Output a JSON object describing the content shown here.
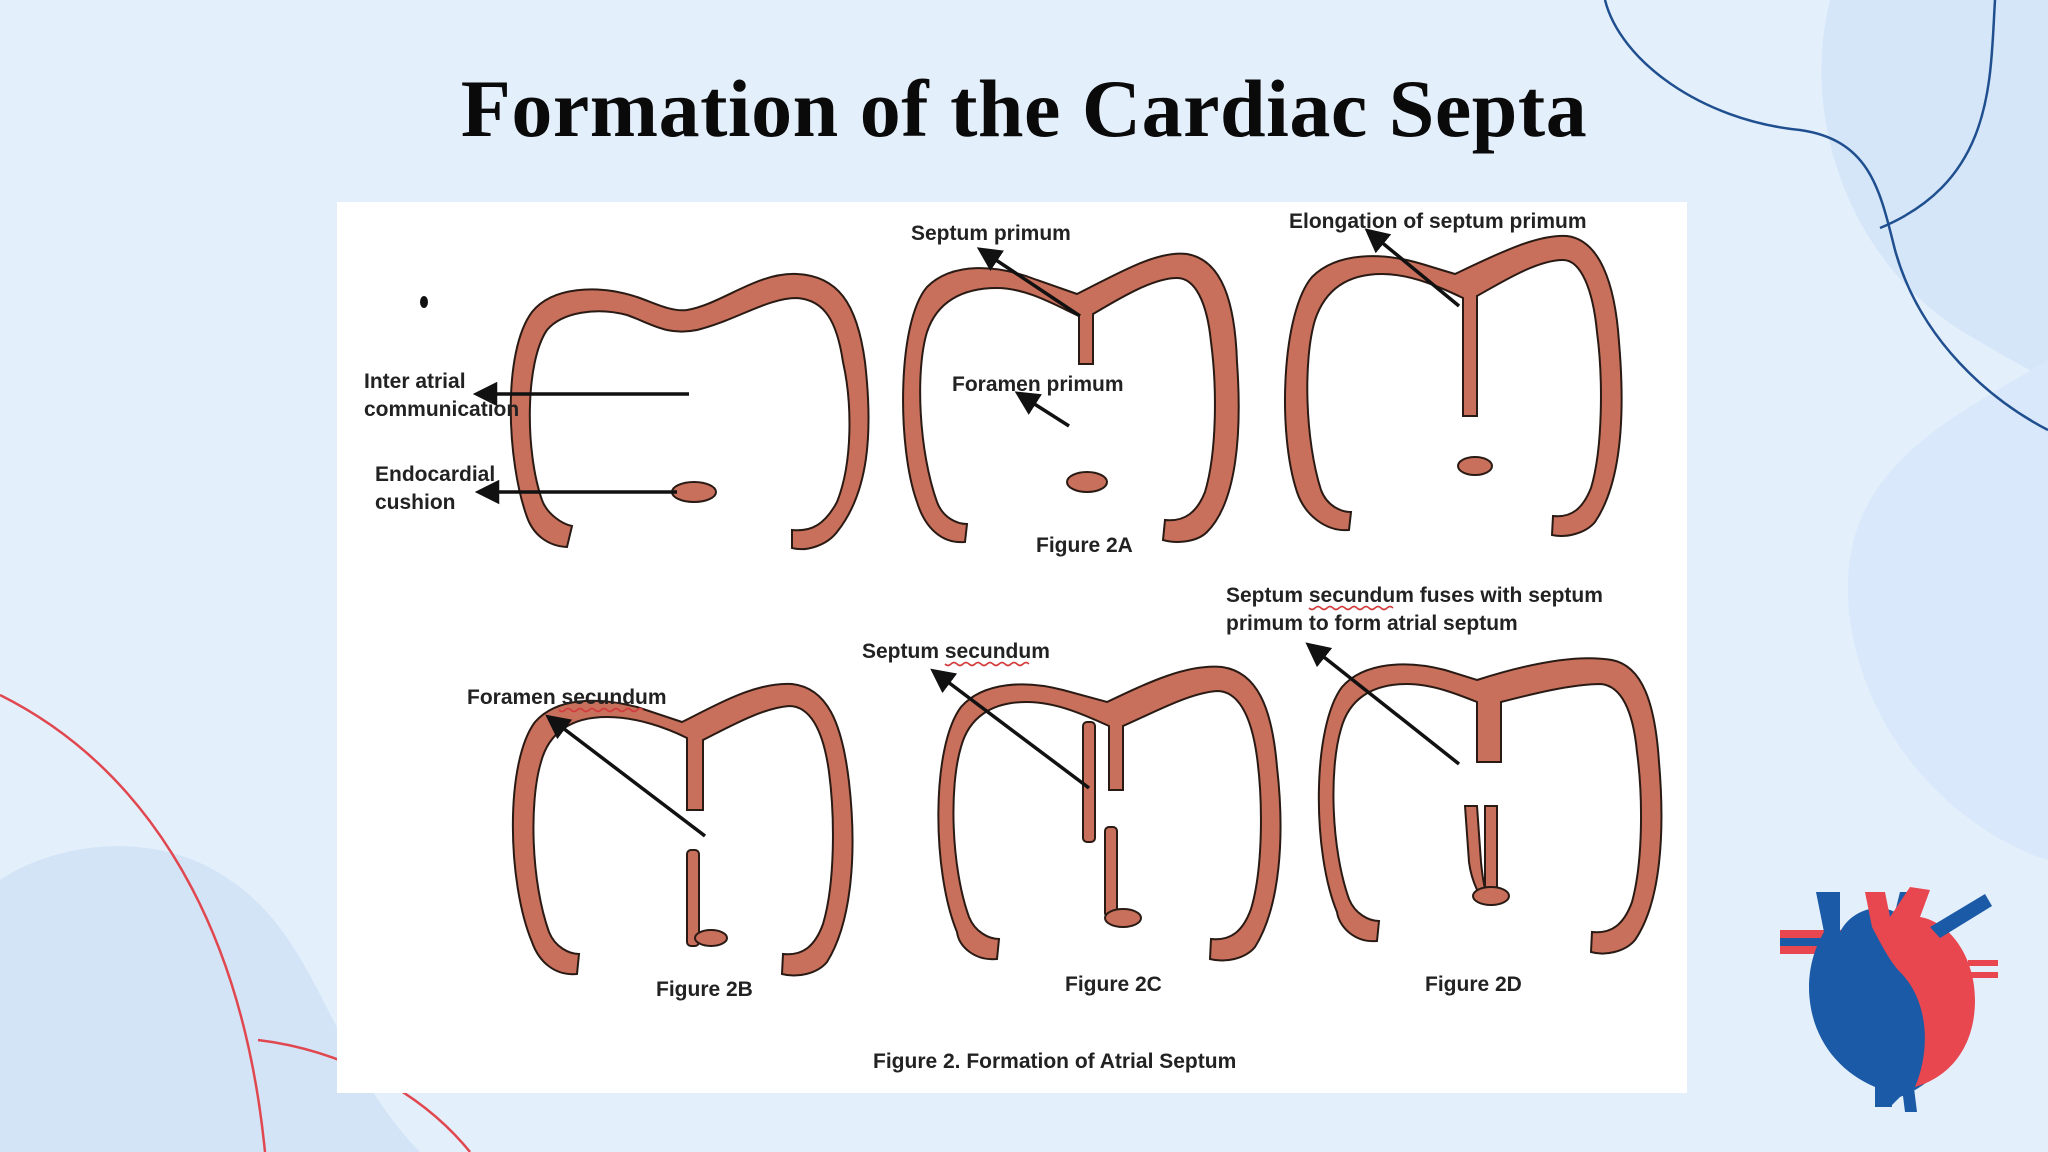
{
  "slide": {
    "title": "Formation of the Cardiac Septa"
  },
  "figure": {
    "labels": {
      "septum_primum": "Septum primum",
      "elongation": "Elongation of septum primum",
      "inter_atrial_1": "Inter atrial",
      "inter_atrial_2": "communication",
      "foramen_primum": "Foramen primum",
      "endocardial_1": "Endocardial",
      "endocardial_2": "cushion",
      "fig_2a": "Figure 2A",
      "fuses_1": "Septum secundum fuses with septum",
      "fuses_2": "primum to form atrial septum",
      "septum_secundum": "Septum secundum",
      "foramen_secundum": "Foramen secundum",
      "fig_2b": "Figure 2B",
      "fig_2c": "Figure 2C",
      "fig_2d": "Figure 2D",
      "caption": "Figure 2. Formation of Atrial Septum"
    }
  },
  "colors": {
    "heart_wall": "#c8705c",
    "heart_outline": "#2a1a14",
    "accent_red": "#e8474f",
    "accent_blue": "#1a5aa6"
  },
  "icons": {
    "corner": "anatomical-heart-icon"
  }
}
